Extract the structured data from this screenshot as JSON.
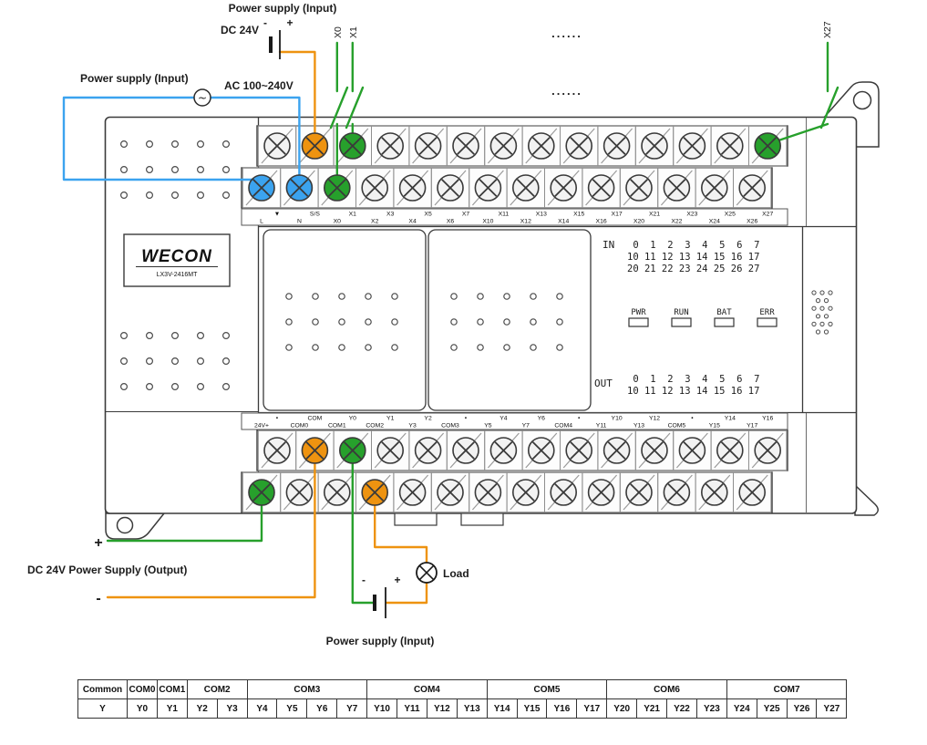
{
  "colors": {
    "orange": "#EE9310",
    "green": "#27A02C",
    "blue": "#3BA3EF"
  },
  "annotations": {
    "power_supply_input_top": "Power supply (Input)",
    "dc_24v": "DC 24V",
    "battery_top_minus": "-",
    "battery_top_plus": "+",
    "x0": "X0",
    "x1": "X1",
    "x27": "X27",
    "dots_row1": "......",
    "dots_row2": "......",
    "power_supply_input_left": "Power supply (Input)",
    "ac_voltage": "AC 100~240V",
    "ac_symbol": "~",
    "output_plus": "+",
    "dc24v_output_label": "DC 24V Power Supply (Output)",
    "output_minus": "-",
    "battery_bottom_minus": "-",
    "battery_bottom_plus": "+",
    "load_label": "Load",
    "power_supply_input_bottom": "Power supply (Input)"
  },
  "plc": {
    "brand": "WECON",
    "model": "LX3V-2416MT",
    "in_label": "IN",
    "in_rows": [
      " 0  1  2  3  4  5  6  7",
      "10 11 12 13 14 15 16 17",
      "20 21 22 23 24 25 26 27"
    ],
    "leds": [
      "PWR",
      "RUN",
      "BAT",
      "ERR"
    ],
    "out_label": "OUT",
    "out_rows": [
      " 0  1  2  3  4  5  6  7",
      "10 11 12 13 14 15 16 17"
    ],
    "top_block": {
      "row_upper_labels": [
        "▼",
        "S/S",
        "X1",
        "X3",
        "X5",
        "X7",
        "X11",
        "X13",
        "X15",
        "X17",
        "X21",
        "X23",
        "X25",
        "X27"
      ],
      "row_lower_labels": [
        "L",
        "N",
        "X0",
        "X2",
        "X4",
        "X6",
        "X10",
        "X12",
        "X14",
        "X16",
        "X20",
        "X22",
        "X24",
        "X26"
      ],
      "upper_colors": {
        "1": "orange",
        "2": "green",
        "13": "green"
      },
      "lower_colors": {
        "0": "blue",
        "1": "blue",
        "2": "green"
      }
    },
    "bottom_block": {
      "row_upper_labels": [
        "•",
        "COM",
        "Y0",
        "Y1",
        "Y2",
        "•",
        "Y4",
        "Y6",
        "•",
        "Y10",
        "Y12",
        "•",
        "Y14",
        "Y16"
      ],
      "row_lower_labels": [
        "24V+",
        "COM0",
        "COM1",
        "COM2",
        "Y3",
        "COM3",
        "Y5",
        "Y7",
        "COM4",
        "Y11",
        "Y13",
        "COM5",
        "Y15",
        "Y17"
      ],
      "upper_colors": {
        "1": "orange",
        "2": "green"
      },
      "lower_colors": {
        "0": "green",
        "3": "orange"
      }
    }
  },
  "table": {
    "header_label": "Common",
    "row_label": "Y",
    "groups": [
      {
        "label": "COM0",
        "span": 1
      },
      {
        "label": "COM1",
        "span": 1
      },
      {
        "label": "COM2",
        "span": 2
      },
      {
        "label": "COM3",
        "span": 4
      },
      {
        "label": "COM4",
        "span": 4
      },
      {
        "label": "COM5",
        "span": 4
      },
      {
        "label": "COM6",
        "span": 4
      },
      {
        "label": "COM7",
        "span": 4
      }
    ],
    "y_values": [
      "Y0",
      "Y1",
      "Y2",
      "Y3",
      "Y4",
      "Y5",
      "Y6",
      "Y7",
      "Y10",
      "Y11",
      "Y12",
      "Y13",
      "Y14",
      "Y15",
      "Y16",
      "Y17",
      "Y20",
      "Y21",
      "Y22",
      "Y23",
      "Y24",
      "Y25",
      "Y26",
      "Y27"
    ]
  }
}
